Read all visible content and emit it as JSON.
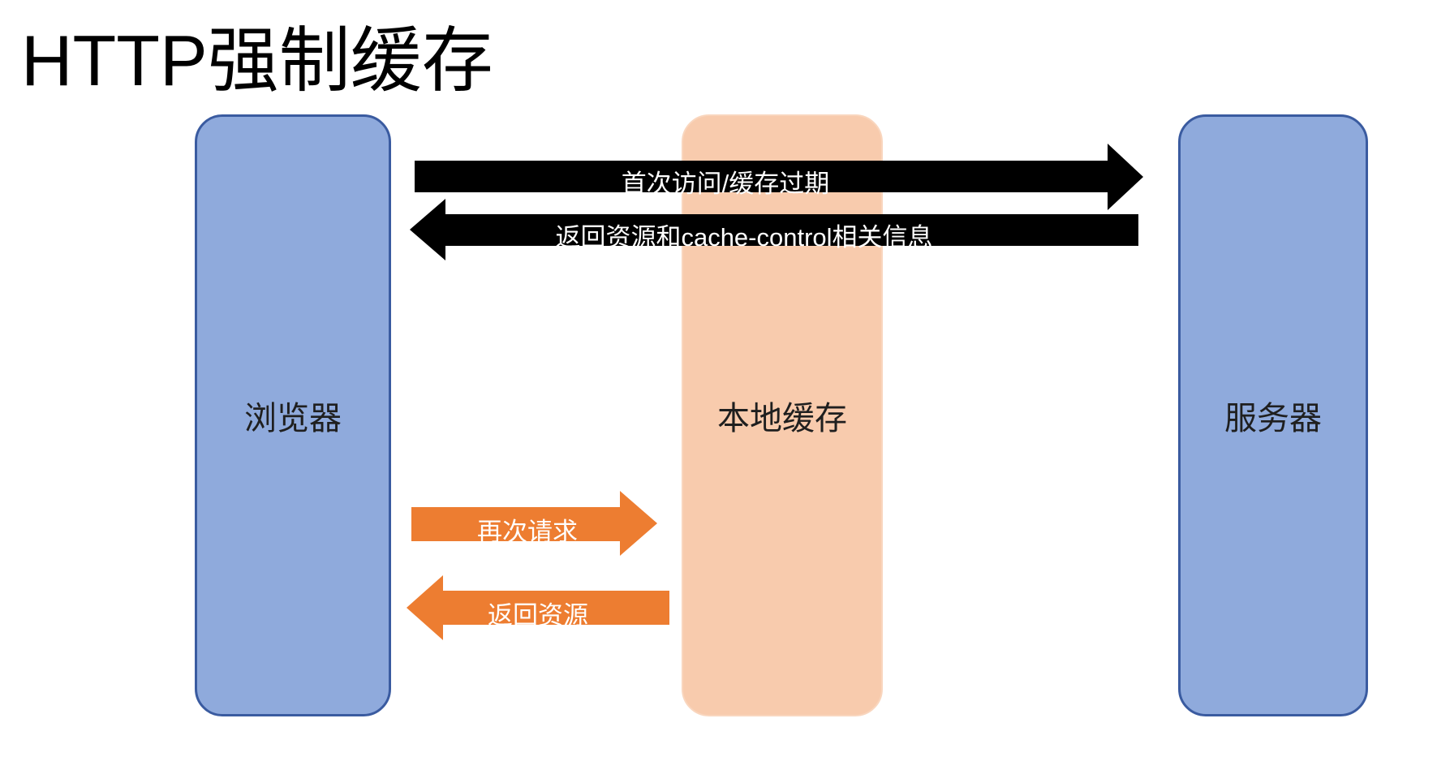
{
  "title": "HTTP强制缓存",
  "nodes": {
    "browser": {
      "label": "浏览器"
    },
    "local_cache": {
      "label": "本地缓存"
    },
    "server": {
      "label": "服务器"
    }
  },
  "arrows": {
    "first_visit": {
      "label": "首次访问/缓存过期",
      "from": "浏览器",
      "to": "服务器",
      "direction": "right",
      "color": "#000000"
    },
    "return_resource_cache_control": {
      "label": "返回资源和cache-control相关信息",
      "from": "服务器",
      "to": "浏览器",
      "direction": "left",
      "color": "#000000"
    },
    "second_request": {
      "label": "再次请求",
      "from": "浏览器",
      "to": "本地缓存",
      "direction": "right",
      "color": "#ED7D31"
    },
    "return_resource": {
      "label": "返回资源",
      "from": "本地缓存",
      "to": "浏览器",
      "direction": "left",
      "color": "#ED7D31"
    }
  },
  "colors": {
    "title_text": "#000000",
    "node_text": "#1f1f1f",
    "blue_fill": "#8FAADC",
    "blue_border": "#3A5BA0",
    "peach_fill": "#F8CBAD",
    "peach_border": "#F9D6BE",
    "black_arrow": "#000000",
    "orange_arrow": "#ED7D31",
    "arrow_text": "#ffffff",
    "background": "#ffffff"
  }
}
